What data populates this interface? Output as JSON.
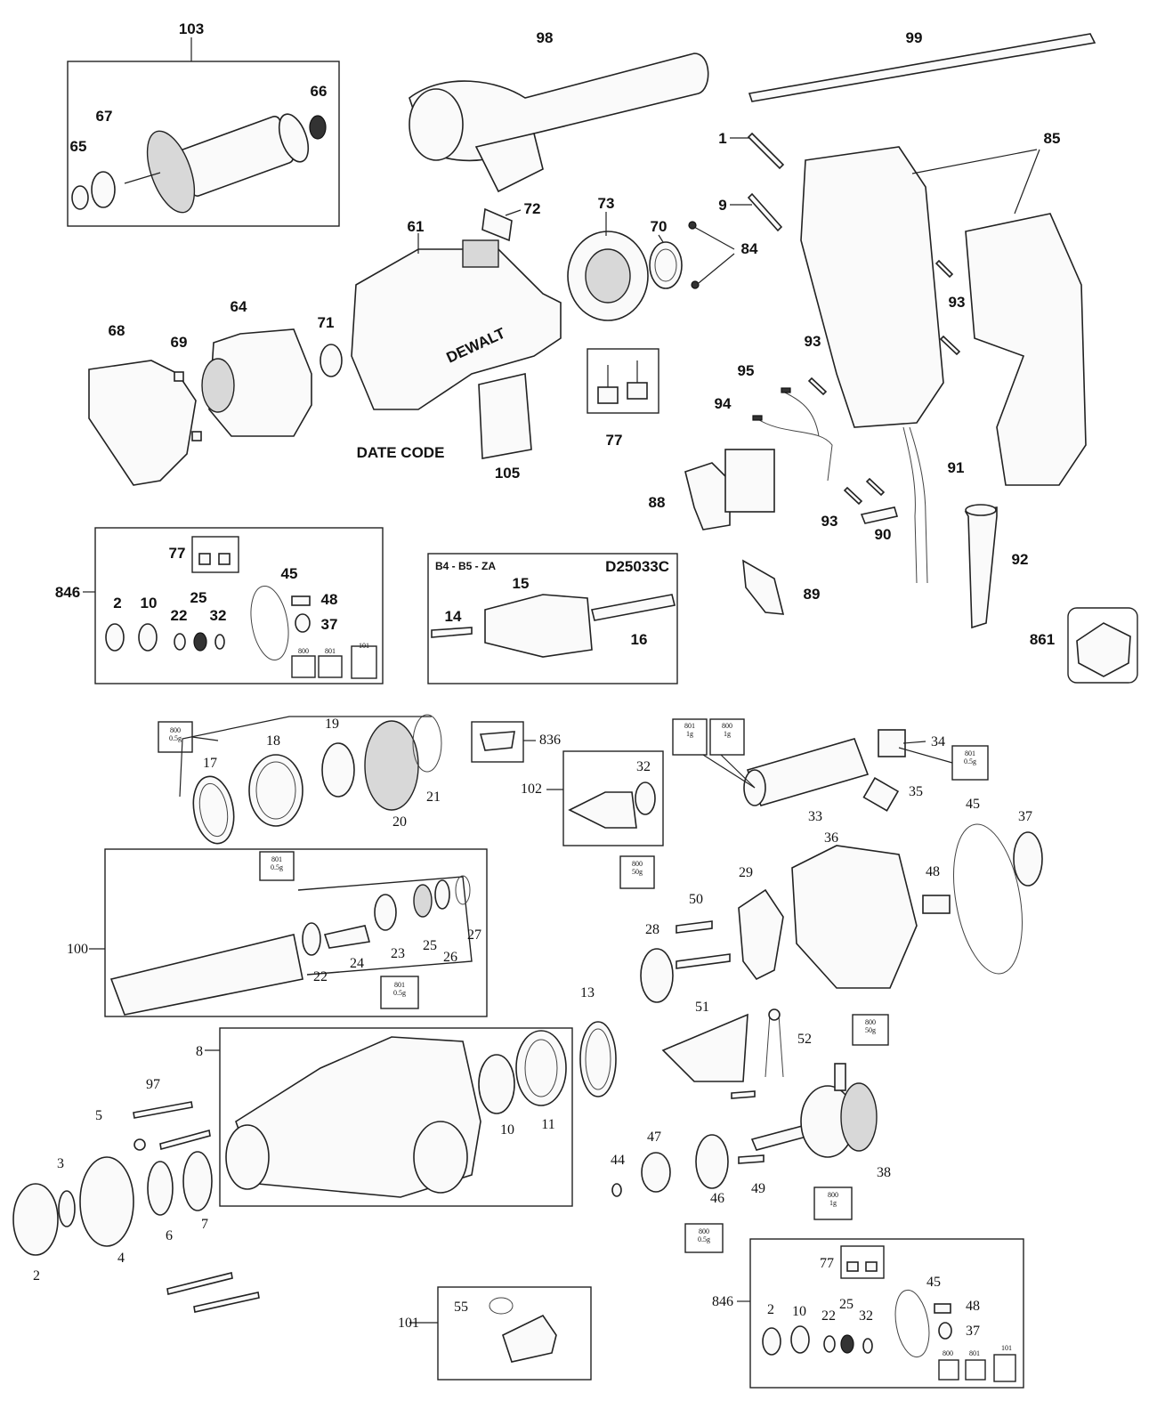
{
  "diagram": {
    "labels_top": [
      "103",
      "98",
      "99",
      "66",
      "67",
      "65",
      "1",
      "85",
      "9",
      "72",
      "73",
      "61",
      "70",
      "84",
      "64",
      "68",
      "69",
      "71",
      "93",
      "93",
      "95",
      "94",
      "77",
      "DATE CODE",
      "105",
      "91",
      "88",
      "93",
      "90",
      "92",
      "89",
      "861"
    ],
    "kit_846_top": {
      "ref": "846",
      "parts": [
        "77",
        "45",
        "48",
        "37",
        "2",
        "10",
        "25",
        "22",
        "32"
      ],
      "icons": [
        "800",
        "801",
        "101"
      ]
    },
    "chuck_box": {
      "variant": "B4 - B5 - ZA",
      "model": "D25033C",
      "parts": [
        "15",
        "14",
        "16"
      ]
    },
    "labels_bottom": [
      "17",
      "18",
      "19",
      "20",
      "21",
      "836",
      "102",
      "32",
      "33",
      "34",
      "35",
      "45",
      "37",
      "36",
      "48",
      "29",
      "50",
      "28",
      "100",
      "22",
      "24",
      "23",
      "25",
      "26",
      "27",
      "13",
      "51",
      "52",
      "8",
      "10",
      "11",
      "97",
      "5",
      "3",
      "44",
      "47",
      "46",
      "49",
      "38",
      "2",
      "4",
      "6",
      "7",
      "101",
      "55"
    ],
    "kit_846_bottom": {
      "ref": "846",
      "parts": [
        "77",
        "45",
        "48",
        "37",
        "2",
        "10",
        "22",
        "25",
        "32"
      ],
      "icons": [
        "800",
        "801",
        "101"
      ]
    },
    "grease": [
      {
        "code": "800",
        "amount": "0.5g"
      },
      {
        "code": "801",
        "amount": "1g"
      },
      {
        "code": "800",
        "amount": "1g"
      },
      {
        "code": "801",
        "amount": "0.5g"
      },
      {
        "code": "801",
        "amount": "0.5g"
      },
      {
        "code": "800",
        "amount": "50g"
      },
      {
        "code": "801",
        "amount": "0.5g"
      },
      {
        "code": "800",
        "amount": "50g"
      },
      {
        "code": "800",
        "amount": "1g"
      },
      {
        "code": "800",
        "amount": "0.5g"
      }
    ]
  }
}
